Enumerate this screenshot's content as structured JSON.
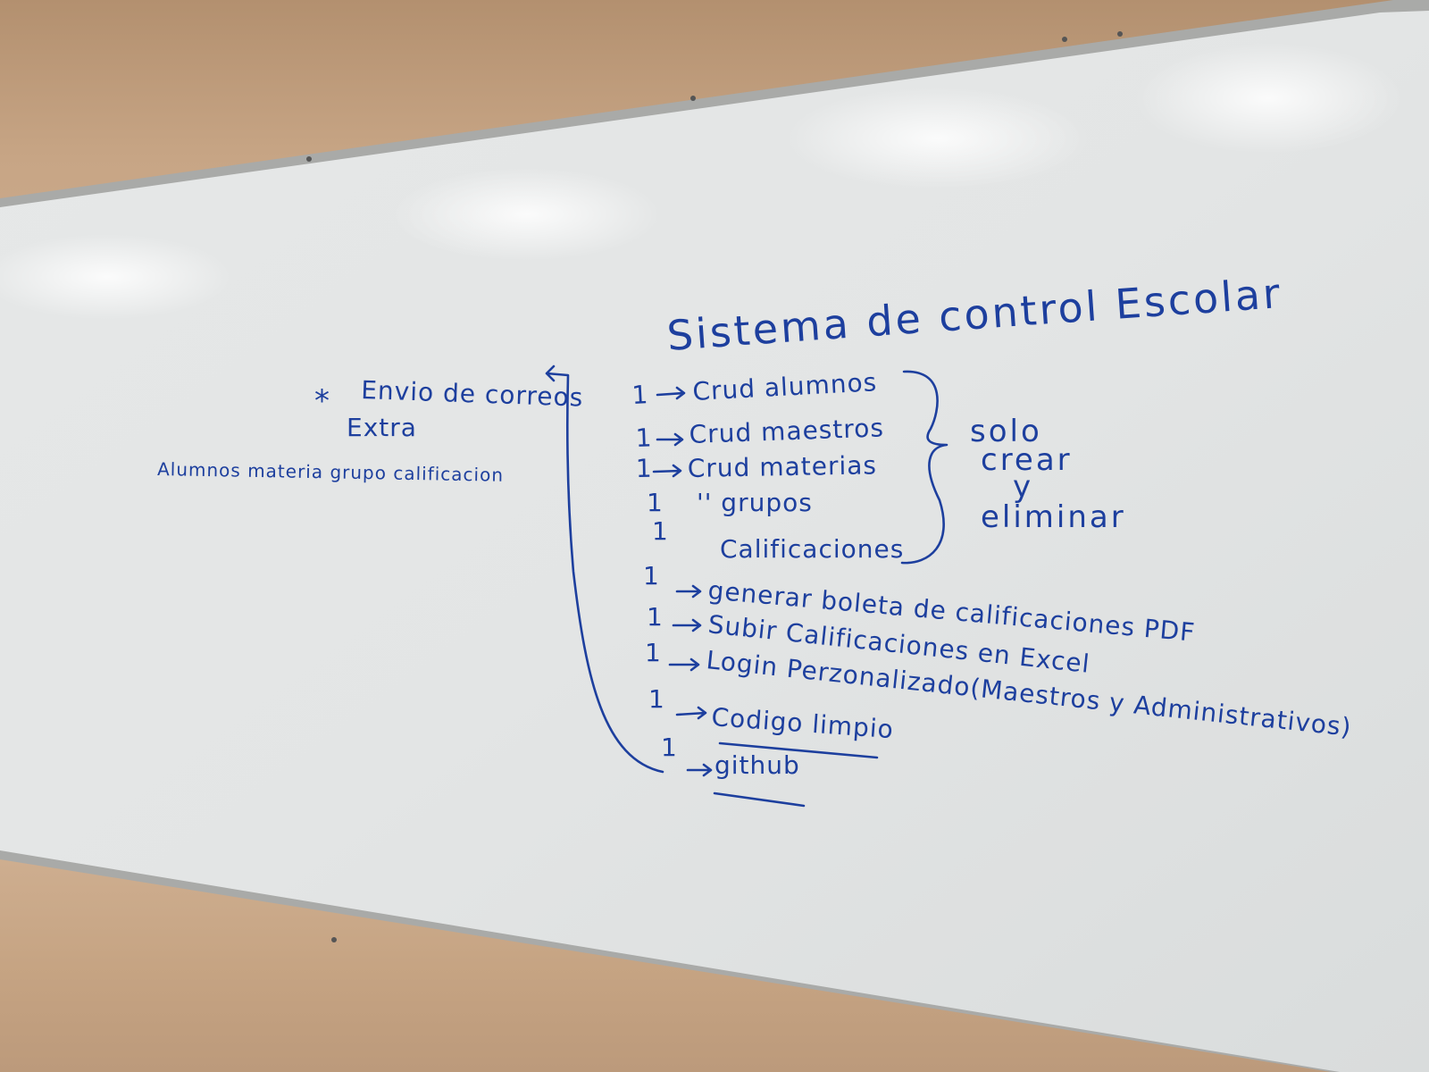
{
  "board": {
    "title": "Sistema de control Escolar",
    "items": [
      {
        "num": "1",
        "text": "Crud alumnos"
      },
      {
        "num": "1",
        "text": "Crud maestros"
      },
      {
        "num": "1",
        "text": "Crud materias"
      },
      {
        "num": "1",
        "text": "''     grupos"
      },
      {
        "num": "1",
        "text": "Calificaciones"
      },
      {
        "num": "1",
        "text": "generar boleta de calificaciones PDF"
      },
      {
        "num": "1",
        "text": "Subir Calificaciones en Excel"
      },
      {
        "num": "1",
        "text": "Login Perzonalizado(Maestros y Administrativos)"
      },
      {
        "num": "1",
        "text": "Codigo limpio"
      },
      {
        "num": "1",
        "text": "github"
      }
    ],
    "bracket_note": [
      "solo",
      "crear",
      "y",
      "eliminar"
    ],
    "extra": {
      "marker": "*",
      "text": "Envio de correos",
      "label": "Extra",
      "detail": "Alumnos materia grupo calificacion"
    }
  },
  "colors": {
    "marker_ink": "#1d3f9e",
    "board": "#e9ebeb",
    "wall": "#c9a98c",
    "frame": "#a8a8a6"
  }
}
